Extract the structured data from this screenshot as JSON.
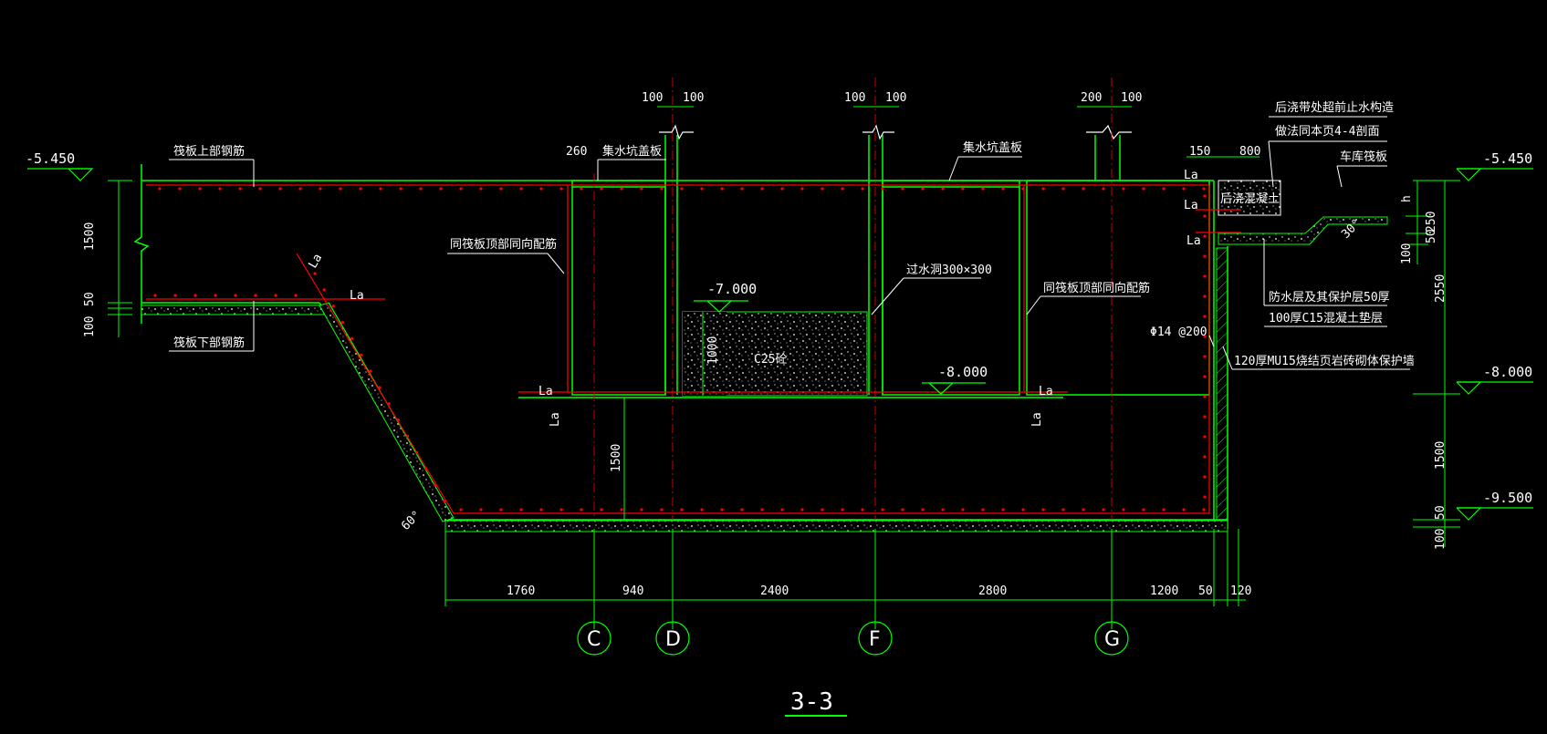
{
  "drawing": {
    "title": "3-3",
    "background": "#000000",
    "colors": {
      "structure": "#00ff00",
      "rebar": "#ff0000",
      "dimension": "#00ff00",
      "text": "#ffffff",
      "centerline": "#ff0000"
    }
  },
  "elevations": {
    "left_top": "-5.450",
    "right_top": "-5.450",
    "right_mid": "-8.000",
    "right_bottom": "-9.500",
    "pit_left": "-7.000",
    "pit_right": "-8.000"
  },
  "labels": {
    "raft_top_rebar": "筏板上部钢筋",
    "raft_bottom_rebar": "筏板下部钢筋",
    "same_raft_rebar_left": "同筏板顶部同向配筋",
    "same_raft_rebar_right": "同筏板顶部同向配筋",
    "sump_cover_left": "集水坑盖板",
    "sump_cover_right": "集水坑盖板",
    "water_hole": "过水洞300×300",
    "c25_concrete": "C25砼",
    "rebar_spec": "Φ14 @200",
    "protection_wall": "120厚MU15烧结页岩砖砌体保护墙",
    "post_pour_1": "后浇带处超前止水构造",
    "post_pour_2": "做法同本页4-4剖面",
    "garage_raft": "车库筏板",
    "post_pour_concrete": "后浇混凝土",
    "waterproof_layer": "防水层及其保护层50厚",
    "c15_cushion": "100厚C15混凝土垫层",
    "la": "La",
    "angle_60": "60°",
    "angle_30": "30°",
    "h": "h"
  },
  "dimensions": {
    "d1500_left": "1500",
    "d50_left": "50",
    "d100_left": "100",
    "d260": "260",
    "d100_a": "100",
    "d100_b": "100",
    "d100_c": "100",
    "d100_d": "100",
    "d200": "200",
    "d100_e": "100",
    "d150": "150",
    "d800": "800",
    "d1000": "1000",
    "d1500_mid": "1500",
    "d250": "250",
    "d50_right": "50",
    "d100_right": "100",
    "d2550": "2550",
    "d1500_right": "1500",
    "d50_right2": "50",
    "d100_right2": "100",
    "bottom": [
      "1760",
      "940",
      "2400",
      "2800",
      "1200",
      "50",
      "120"
    ]
  },
  "axes": [
    "C",
    "D",
    "F",
    "G"
  ]
}
